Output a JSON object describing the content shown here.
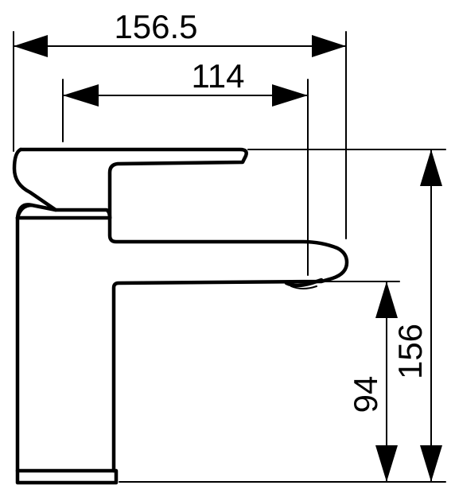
{
  "dimensions": {
    "overall_reach": "156.5",
    "spout_reach": "114",
    "total_height": "156",
    "spout_height": "94"
  }
}
